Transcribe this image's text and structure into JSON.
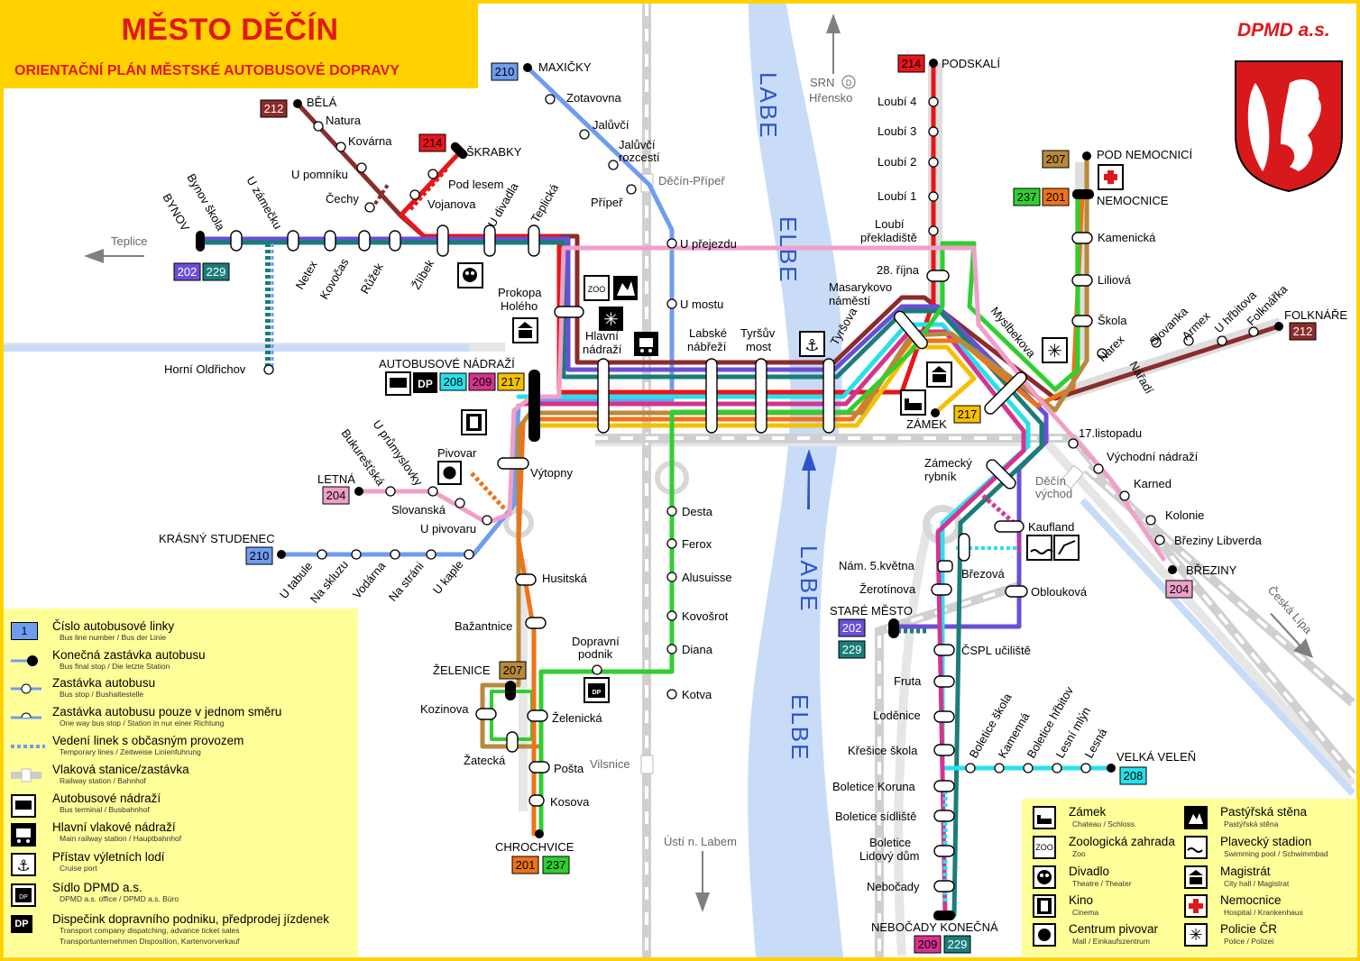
{
  "title": "MĚSTO DĚČÍN",
  "subtitle": "ORIENTAČNÍ PLÁN MĚSTSKÉ AUTOBUSOVÉ DOPRAVY",
  "operator": "DPMD a.s.",
  "colors": {
    "frame": "#ffd200",
    "title_red": "#e0181b",
    "river": "#c8dcf8",
    "legend_bg": "#ffff9a",
    "line_202": "#6a4fd6",
    "line_229": "#1a7d7a",
    "line_210": "#6f9cf0",
    "line_212": "#8b2c2c",
    "line_214": "#e8161a",
    "line_207": "#b8893c",
    "line_201": "#ee7317",
    "line_237": "#2fcf2f",
    "line_204": "#f0a0c8",
    "line_208": "#28e0ec",
    "line_209": "#d6338f",
    "line_217": "#f5c000"
  },
  "river": {
    "name_upper": "LABE",
    "name_lower": "ELBE"
  },
  "directions": {
    "teplice": "Teplice",
    "srn": "SRN",
    "srn_badge": "D",
    "hrensko": "Hřensko",
    "usti": "Ústí n. Labem",
    "ceska_lipa": "Česká Lípa"
  },
  "railway_stations": {
    "decin_priper": "Děčín-Přípeř",
    "decin_vychod_1": "Děčín",
    "decin_vychod_2": "východ",
    "vilsnice": "Vilsnice"
  },
  "stops": {
    "bela": "BĚLÁ",
    "natura": "Natura",
    "kovarna": "Kovárna",
    "u_pomniku": "U pomníku",
    "cechy": "Čechy",
    "skrabky": "ŠKRABKY",
    "pod_lesem": "Pod lesem",
    "vojanova": "Vojanova",
    "maxicky": "MAXIČKY",
    "zotavovna": "Zotavovna",
    "jaluvci": "Jalůvčí",
    "jaluvci_rozcesti_1": "Jalůvčí",
    "jaluvci_rozcesti_2": "rozcestí",
    "priper": "Přípeř",
    "u_prejezdu": "U přejezdu",
    "u_mostu": "U mostu",
    "podskali": "PODSKALÍ",
    "loubi4": "Loubí 4",
    "loubi3": "Loubí 3",
    "loubi2": "Loubí 2",
    "loubi1": "Loubí 1",
    "loubi_prekl_1": "Loubí",
    "loubi_prekl_2": "překladiště",
    "pod_nemocnici": "POD NEMOCNICÍ",
    "nemocnice": "NEMOCNICE",
    "kamenicka": "Kamenická",
    "liliova": "Liliová",
    "skola": "Škola",
    "bynov_1": "BYNOV",
    "bynov_skola": "Bynov škola",
    "u_zamecku": "U zámečku",
    "netex": "Netex",
    "kovocas": "Kovočas",
    "ruzek": "Růžek",
    "zlibek": "Žlíbek",
    "u_divadla": "U divadla",
    "teplicka": "Teplická",
    "horni_oldrichov": "Horní Oldřichov",
    "prokopa_holeho_1": "Prokopa",
    "prokopa_holeho_2": "Holého",
    "hlavni_nadrazi_1": "Hlavní",
    "hlavni_nadrazi_2": "nádraží",
    "labske_nabrezi_1": "Labské",
    "labske_nabrezi_2": "nábřeží",
    "tyrsuv_most_1": "Tyršův",
    "tyrsuv_most_2": "most",
    "tyrsova": "Tyršova",
    "28rijna": "28. října",
    "masarykovo_1": "Masarykovo",
    "masarykovo_2": "náměstí",
    "myslbekova": "Myslbekova",
    "narex": "Narex",
    "naradi": "Nářadí",
    "slovanka": "Slovanka",
    "armex": "Armex",
    "u_hrbitova": "U hřbitova",
    "folknarka": "Folknářka",
    "folknare": "FOLKNÁŘE",
    "autobusove_nadrazi": "AUTOBUSOVÉ NÁDRAŽÍ",
    "zamek": "ZÁMEK",
    "17listopadu": "17.listopadu",
    "vychodni_nadrazi": "Východní nádraží",
    "karned": "Karned",
    "kolonie": "Kolonie",
    "breziny_libverda": "Březiny Libverda",
    "breziny": "BŘEZINY",
    "zamecky_rybnik_1": "Zámecký",
    "zamecky_rybnik_2": "rybník",
    "kaufland": "Kaufland",
    "brezova": "Březová",
    "obloukova": "Oblouková",
    "nam_5kvetna": "Nám. 5.května",
    "zerotinova": "Žerotínova",
    "stare_mesto": "STARÉ MĚSTO",
    "cspl": "ČSPL učiliště",
    "fruta": "Fruta",
    "lodenice": "Loděnice",
    "kresice_skola": "Křešice škola",
    "boletice_koruna": "Boletice Koruna",
    "boletice_sidliste": "Boletice sídliště",
    "boletice_ld_1": "Boletice",
    "boletice_ld_2": "Lidový dům",
    "nebocady": "Nebočady",
    "nebocady_konecna": "NEBOČADY KONEČNÁ",
    "boletice_skola": "Boletice škola",
    "kamenna": "Kamenná",
    "boletice_hrbitov": "Boletice hřbitov",
    "lesni_mlyn": "Lesní mlýn",
    "lesna": "Lesná",
    "velka_velen": "VELKÁ VELEŇ",
    "pivovar": "Pivovar",
    "letna": "LETNÁ",
    "bukurestska": "Bukurešťská",
    "u_prumyslovky": "U průmyslovky",
    "slovanska": "Slovanská",
    "u_pivovaru": "U pivovaru",
    "vytopny": "Výtopny",
    "krasny_studenec": "KRÁSNÝ STUDENEC",
    "u_tabule": "U tabule",
    "na_skluzu": "Na skluzu",
    "vodarna": "Vodárna",
    "na_strani": "Na stráni",
    "u_kaple": "U kaple",
    "husitska": "Husitská",
    "bazantnice": "Bažantnice",
    "zelenice": "ŽELENICE",
    "kozinova": "Kozinova",
    "zelenicka": "Želenická",
    "zatecka": "Žatecká",
    "posta": "Pošta",
    "kosova": "Kosova",
    "chrochvice": "CHROCHVICE",
    "dopravni_podnik_1": "Dopravní",
    "dopravni_podnik_2": "podnik",
    "desta": "Desta",
    "ferox": "Ferox",
    "alusuisse": "Alusuisse",
    "kovosrot": "Kovošrot",
    "diana": "Diana",
    "kotva": "Kotva"
  },
  "line_badges": {
    "b212_bela": "212",
    "b214_skrabky": "214",
    "b210_maxicky": "210",
    "b214_podskali": "214",
    "b207_nem": "207",
    "b237_nem": "237",
    "b201_nem": "201",
    "b202_bynov": "202",
    "b229_bynov": "229",
    "dp": "DP",
    "b208_an": "208",
    "b209_an": "209",
    "b217_an": "217",
    "b212_folk": "212",
    "b217_zamek": "217",
    "b204_letna": "204",
    "b210_ks": "210",
    "b207_zel": "207",
    "b204_brez": "204",
    "b202_sm": "202",
    "b229_sm": "229",
    "b208_vv": "208",
    "b201_chro": "201",
    "b237_chro": "237",
    "b209_neb": "209",
    "b229_neb": "229"
  },
  "legend": [
    {
      "icon": "line-number",
      "badge": "1",
      "main": "Číslo autobusové linky",
      "sub": "Bus line number / Bus der Linie"
    },
    {
      "icon": "final-stop",
      "main": "Konečná zastávka autobusu",
      "sub": "Bus final stop / Die letzte Station"
    },
    {
      "icon": "bus-stop",
      "main": "Zastávka autobusu",
      "sub": "Bus stop / Bushaltestelle"
    },
    {
      "icon": "one-way-stop",
      "main": "Zastávka autobusu pouze v jednom směru",
      "sub": "One way bus stop / Station in nur einer Richtung"
    },
    {
      "icon": "temporary-line",
      "main": "Vedení linek s občasným provozem",
      "sub": "Temporary lines / Zeitweise Linienfuhrung"
    },
    {
      "icon": "railway-station",
      "main": "Vlaková stanice/zastávka",
      "sub": "Railway station / Bahnhof"
    },
    {
      "icon": "bus-terminal",
      "main": "Autobusové nádraží",
      "sub": "Bus terminal / Busbahnhof"
    },
    {
      "icon": "train",
      "main": "Hlavní vlakové nádraží",
      "sub": "Main railway station / Hauptbahnhof"
    },
    {
      "icon": "anchor",
      "main": "Přístav výletních lodí",
      "sub": "Cruise port"
    },
    {
      "icon": "dpmd-office",
      "main": "Sídlo DPMD a.s.",
      "sub": "DPMD a.s. office / DPMD a.s. Büro"
    },
    {
      "icon": "dp-dispatch",
      "badge": "DP",
      "main": "Dispečink dopravního podniku, předprodej jízdenek",
      "sub": "Transport company dispatching, advance ticket sales",
      "sub2": "Transportunternehmen Disposition, Kartenvorverkauf"
    }
  ],
  "poi_legend": [
    {
      "icon": "castle",
      "main": "Zámek",
      "sub": "Chateau / Schloss"
    },
    {
      "icon": "rock",
      "main": "Pastýřská stěna",
      "sub": "Pastýřská stěna"
    },
    {
      "icon": "zoo",
      "badge": "ZOO",
      "main": "Zoologická zahrada",
      "sub": "Zoo"
    },
    {
      "icon": "pool",
      "main": "Plavecký stadion",
      "sub": "Swimming pool / Schwimmbad"
    },
    {
      "icon": "theatre",
      "main": "Divadlo",
      "sub": "Theatre / Theater"
    },
    {
      "icon": "city-hall",
      "main": "Magistrát",
      "sub": "City hall / Magistrat"
    },
    {
      "icon": "cinema",
      "main": "Kino",
      "sub": "Cinema"
    },
    {
      "icon": "hospital",
      "main": "Nemocnice",
      "sub": "Hospital / Krankenhaus"
    },
    {
      "icon": "mall",
      "main": "Centrum pivovar",
      "sub": "Mall / Einkaufszentrum"
    },
    {
      "icon": "police",
      "main": "Policie ČR",
      "sub": "Police / Polizei"
    }
  ]
}
